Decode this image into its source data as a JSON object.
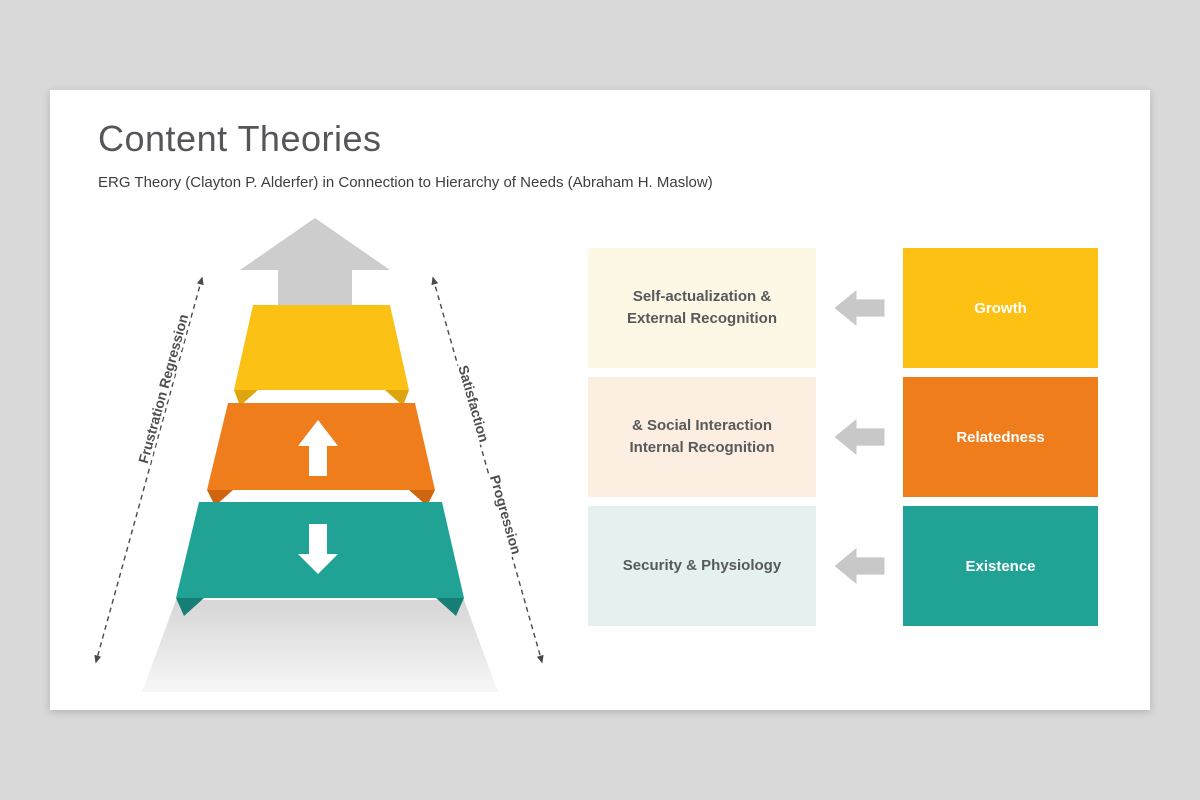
{
  "slide": {
    "title": "Content Theories",
    "subtitle": "ERG Theory (Clayton P. Alderfer) in Connection to Hierarchy of Needs (Abraham H. Maslow)"
  },
  "pyramid": {
    "frustration_label": "Frustration Regression",
    "satisfaction_label": "Satisfaction",
    "progression_label": "Progression",
    "top_layer_color": "#FCC115",
    "middle_layer_color": "#F07D1C",
    "bottom_layer_color": "#20A295",
    "apex_arrow_color": "#CDCDCD"
  },
  "mapping_rows": [
    {
      "maslow_line1": "Self-actualization &",
      "maslow_line2": "External Recognition",
      "erg": "Growth",
      "erg_color": "#FCC113",
      "tint_color": "#FDF7E6"
    },
    {
      "maslow_line1": "& Social Interaction",
      "maslow_line2": "Internal Recognition",
      "erg": "Relatedness",
      "erg_color": "#F07D1C",
      "tint_color": "#FCEEE1"
    },
    {
      "maslow_line1": "Security & Physiology",
      "maslow_line2": "",
      "erg": "Existence",
      "erg_color": "#20A295",
      "tint_color": "#E4F1F0"
    }
  ],
  "colors": {
    "background": "#D9D9D9",
    "slide": "#FFFFFF",
    "title_text": "#555659",
    "body_text": "#58595B",
    "connector_arrow": "#C8C8C8",
    "dashed_line": "#4A4A4A"
  }
}
